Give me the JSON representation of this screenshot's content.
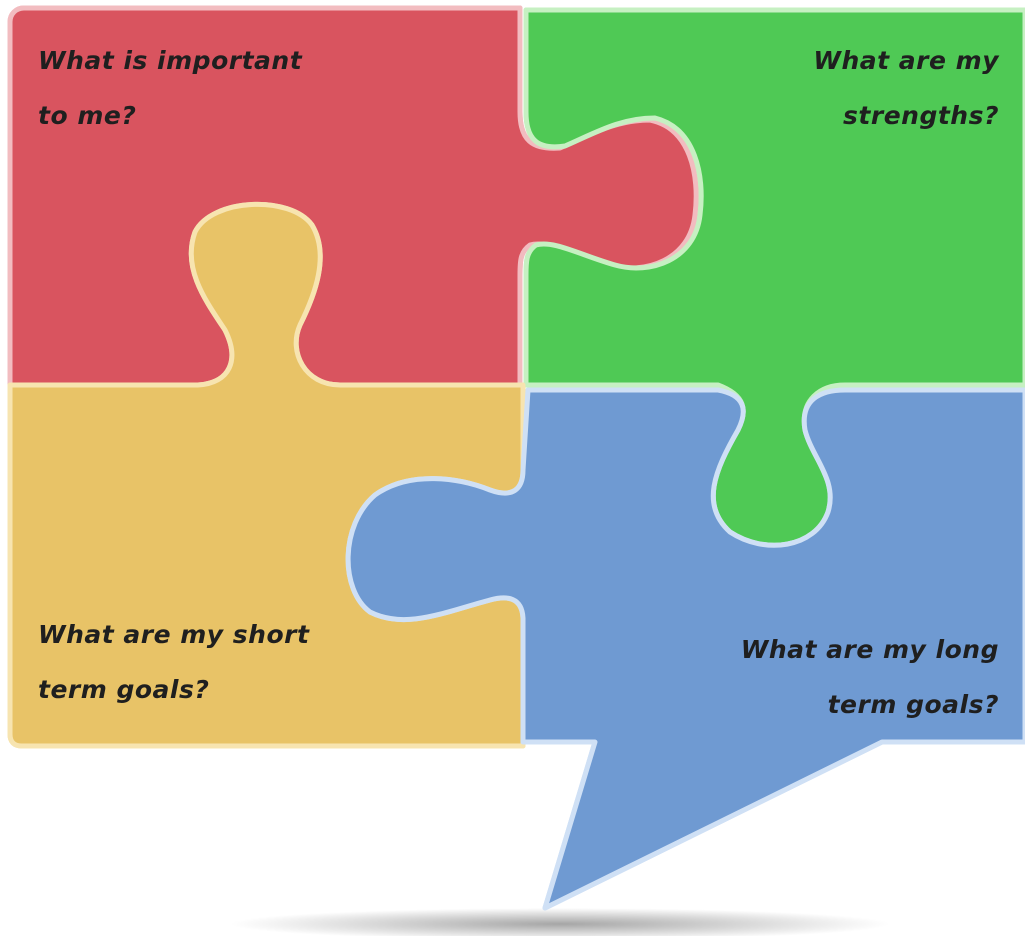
{
  "pieces": [
    {
      "id": "red",
      "color": "#d9545f",
      "lines": [
        "What is important",
        "to me?"
      ]
    },
    {
      "id": "green",
      "color": "#4fc955",
      "lines": [
        "What are my",
        "strengths?"
      ]
    },
    {
      "id": "yellow",
      "color": "#e8c367",
      "lines": [
        "What are my short",
        "term goals?"
      ]
    },
    {
      "id": "blue",
      "color": "#6f9ad2",
      "lines": [
        "What are my long",
        "term goals?"
      ]
    }
  ]
}
